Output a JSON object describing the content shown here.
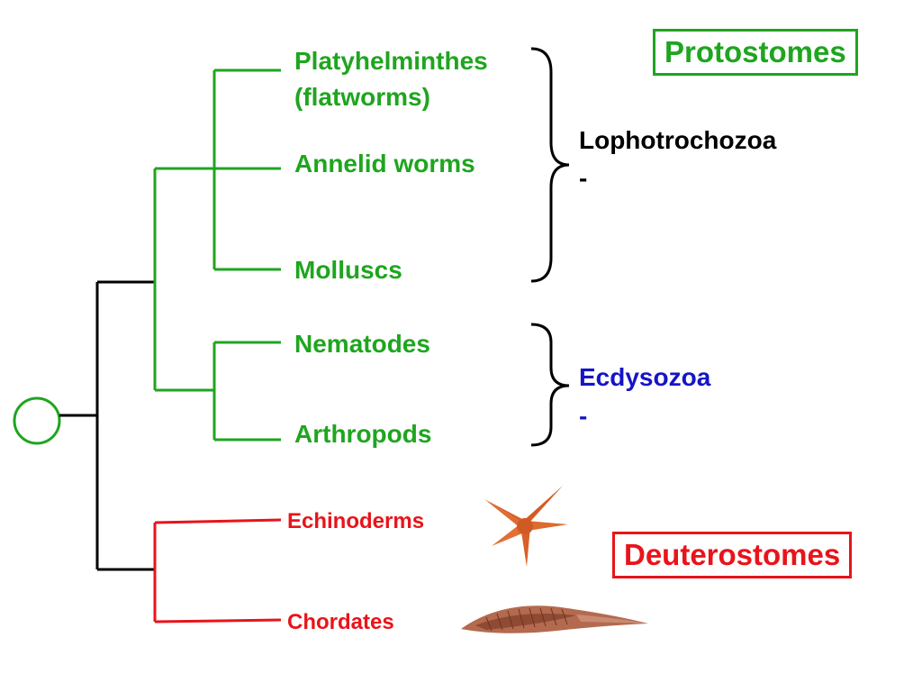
{
  "colors": {
    "protostome_green": "#1fa51f",
    "deuterostome_red": "#e8141a",
    "ecdysozoa_blue": "#1414c8",
    "root_black": "#000000"
  },
  "taxa": {
    "platyhelminthes": "Platyhelminthes",
    "flatworms": "(flatworms)",
    "annelids": "Annelid worms",
    "molluscs": "Molluscs",
    "nematodes": "Nematodes",
    "arthropods": "Arthropods",
    "echinoderms": "Echinoderms",
    "chordates": "Chordates"
  },
  "clades": {
    "lophotrochozoa": "Lophotrochozoa",
    "lophotrochozoa_mark": "-",
    "ecdysozoa": "Ecdysozoa",
    "ecdysozoa_mark": "-"
  },
  "boxes": {
    "protostomes": "Protostomes",
    "deuterostomes": "Deuterostomes"
  },
  "images": {
    "starfish": "starfish",
    "fish": "lancelet-like chordate"
  }
}
